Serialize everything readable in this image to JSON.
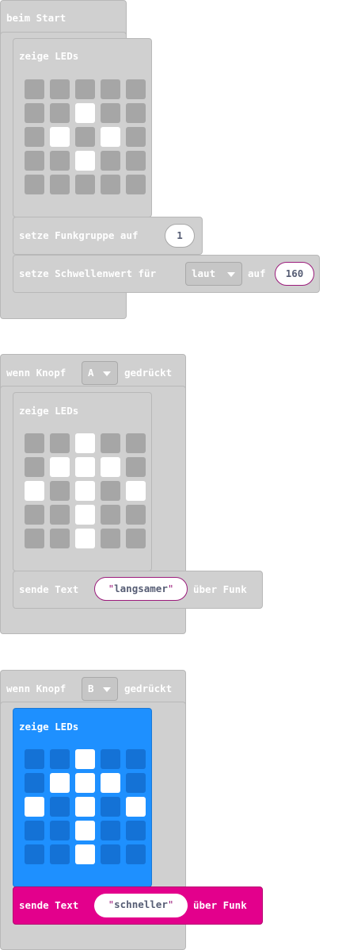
{
  "start_block": {
    "hat_label": "beim Start",
    "show_leds_label": "zeige LEDs",
    "leds": [
      [
        0,
        0,
        0,
        0,
        0
      ],
      [
        0,
        0,
        1,
        0,
        0
      ],
      [
        0,
        1,
        0,
        1,
        0
      ],
      [
        0,
        0,
        1,
        0,
        0
      ],
      [
        0,
        0,
        0,
        0,
        0
      ]
    ],
    "set_group_label": "setze Funkgruppe auf",
    "group_value": "1",
    "set_threshold_label": "setze Schwellenwert für",
    "threshold_dropdown": "laut",
    "threshold_on_label": "auf",
    "threshold_value": "160"
  },
  "button_a_block": {
    "hat_prefix": "wenn Knopf",
    "button_dropdown": "A",
    "hat_suffix": "gedrückt",
    "show_leds_label": "zeige LEDs",
    "leds": [
      [
        0,
        0,
        1,
        0,
        0
      ],
      [
        0,
        1,
        1,
        1,
        0
      ],
      [
        1,
        0,
        1,
        0,
        1
      ],
      [
        0,
        0,
        1,
        0,
        0
      ],
      [
        0,
        0,
        1,
        0,
        0
      ]
    ],
    "send_label": "sende Text",
    "send_text": "langsamer",
    "send_suffix": "über Funk"
  },
  "button_b_block": {
    "hat_prefix": "wenn Knopf",
    "button_dropdown": "B",
    "hat_suffix": "gedrückt",
    "show_leds_label": "zeige LEDs",
    "leds": [
      [
        0,
        0,
        1,
        0,
        0
      ],
      [
        0,
        1,
        1,
        1,
        0
      ],
      [
        1,
        0,
        1,
        0,
        1
      ],
      [
        0,
        0,
        1,
        0,
        0
      ],
      [
        0,
        0,
        1,
        0,
        0
      ]
    ],
    "send_label": "sende Text",
    "send_text": "schneller",
    "send_suffix": "über Funk"
  },
  "quote_mark": "\"",
  "colors": {
    "disabled_block": "#d0d0d0",
    "basic_blue": "#1e90ff",
    "radio_magenta": "#e3008c",
    "led_on": "#ffffff"
  }
}
